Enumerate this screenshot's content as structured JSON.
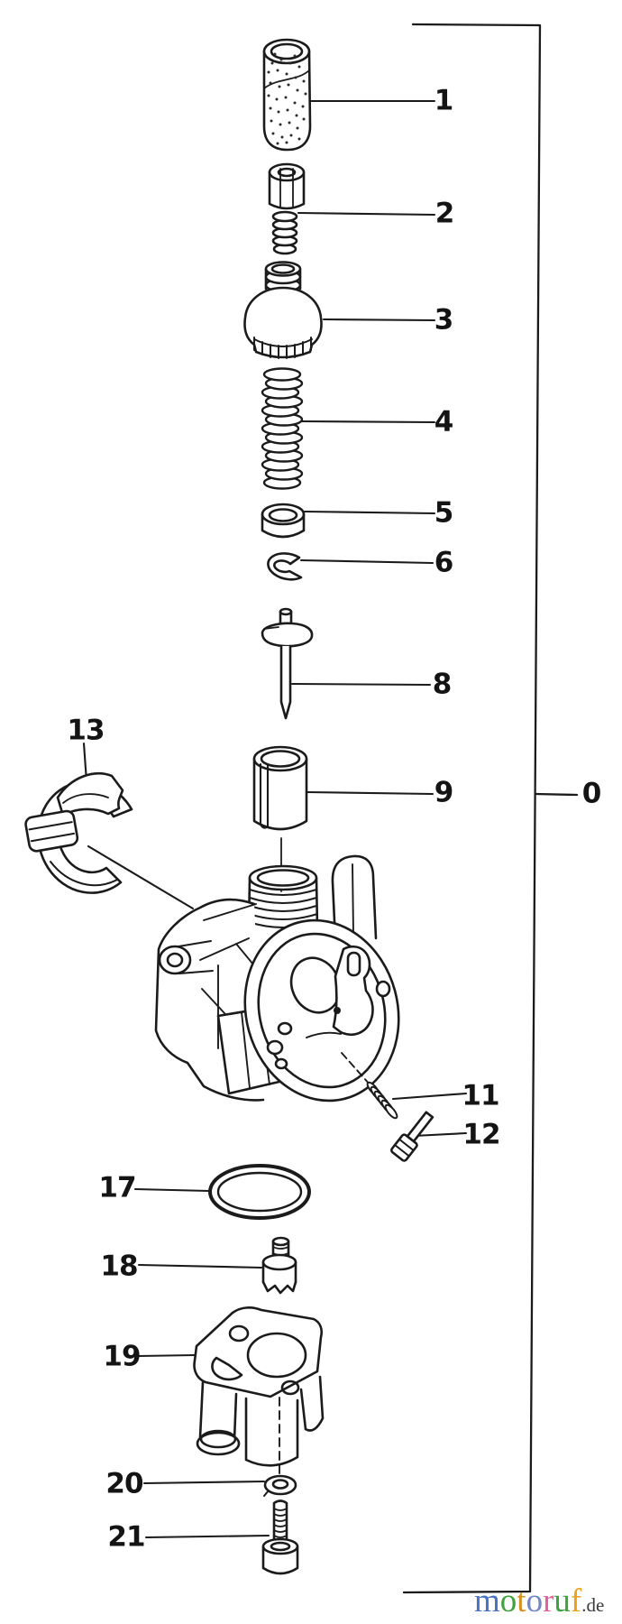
{
  "diagram": {
    "type": "exploded-parts-diagram",
    "subject": "carburetor",
    "callouts": {
      "c0": "0",
      "c1": "1",
      "c2": "2",
      "c3": "3",
      "c4": "4",
      "c5": "5",
      "c6": "6",
      "c8": "8",
      "c9": "9",
      "c11": "11",
      "c12": "12",
      "c13": "13",
      "c17": "17",
      "c18": "18",
      "c19": "19",
      "c20": "20",
      "c21": "21"
    },
    "parts": [
      {
        "callout": "1",
        "shape": "rubber-cap"
      },
      {
        "callout": "2",
        "shape": "cable-adjuster-screw"
      },
      {
        "callout": "3",
        "shape": "knurled-top-cap"
      },
      {
        "callout": "4",
        "shape": "coil-spring"
      },
      {
        "callout": "5",
        "shape": "spring-seat-ring"
      },
      {
        "callout": "6",
        "shape": "needle-e-clip"
      },
      {
        "callout": "8",
        "shape": "jet-needle"
      },
      {
        "callout": "9",
        "shape": "throttle-slide"
      },
      {
        "callout": "11",
        "shape": "screw-with-spring"
      },
      {
        "callout": "12",
        "shape": "screw"
      },
      {
        "callout": "13",
        "shape": "hose-clamp"
      },
      {
        "callout": "17",
        "shape": "o-ring-gasket"
      },
      {
        "callout": "18",
        "shape": "main-jet-screw"
      },
      {
        "callout": "19",
        "shape": "intake-manifold-body"
      },
      {
        "callout": "20",
        "shape": "lock-washer"
      },
      {
        "callout": "21",
        "shape": "socket-head-bolt"
      },
      {
        "callout": "0",
        "shape": "whole-carburetor-assembly-bracket"
      }
    ],
    "colors": {
      "line": "#1b1b1b",
      "background": "#ffffff"
    }
  },
  "watermark": {
    "letters": [
      {
        "char": "m",
        "style": "color:#4a73c4"
      },
      {
        "char": "o",
        "style": "color:#3fa23f"
      },
      {
        "char": "t",
        "style": "color:#d78f1e"
      },
      {
        "char": "o",
        "style": "color:#7286c9"
      },
      {
        "char": "r",
        "style": "color:#e45fa1"
      },
      {
        "char": "u",
        "style": "color:#3fa23f"
      },
      {
        "char": "f",
        "style": "color:#eda21c"
      }
    ],
    "suffix": ".de",
    "suffix_style": "color:#3a3a3a"
  }
}
